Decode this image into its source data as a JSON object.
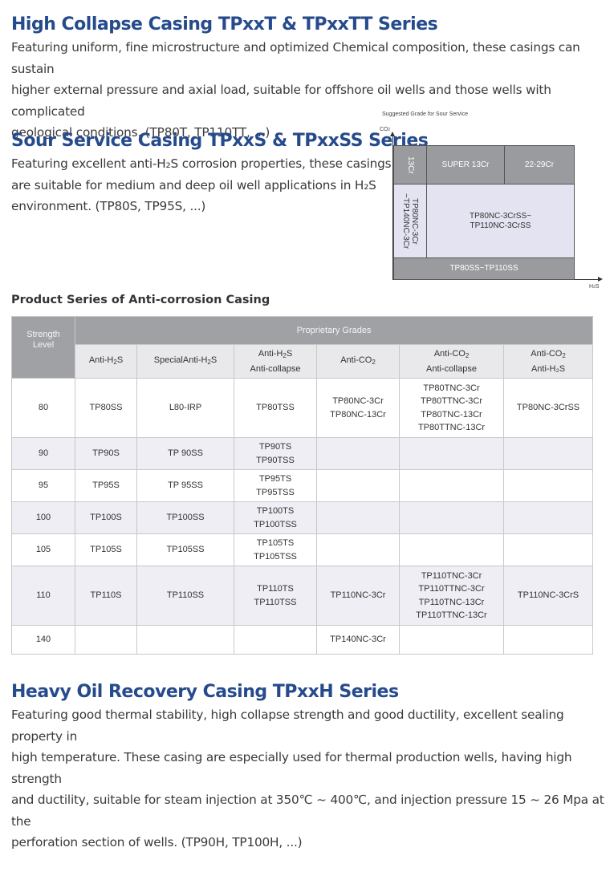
{
  "high_collapse": {
    "heading": "High Collapse Casing TPxxT & TPxxTT Series",
    "lines": [
      "Featuring uniform, fine microstructure and optimized Chemical composition, these casings can sustain",
      "higher external pressure and axial load, suitable for offshore oil wells and those wells with complicated",
      "geological conditions. (TP80T, TP110TT, ...)"
    ]
  },
  "sour_service": {
    "heading": "Sour Service Casing TPxxS & TPxxSS Series",
    "lines": [
      "Featuring excellent anti-H₂S corrosion properties, these casings",
      "are suitable for medium and deep oil well applications in H₂S",
      "environment. (TP80S, TP95S, ...)"
    ]
  },
  "diagram": {
    "caption": "Suggested Grade for Sour Service",
    "y_axis_label": "CO",
    "y_axis_sub": "2",
    "x_axis_label": "H",
    "x_axis_sub": "2",
    "x_axis_tail": "S",
    "cells": {
      "cr13": "13Cr",
      "super13cr": "SUPER 13Cr",
      "cr2229": "22-29Cr",
      "left_vertical": "TP80NC-3Cr\n~TP140NC-3Cr",
      "center_line1": "TP80NC-3CrSS~",
      "center_line2": "TP110NC-3CrSS",
      "bottom": "TP80SS~TP110SS"
    }
  },
  "table": {
    "title": "Product Series of Anti-corrosion Casing",
    "strength_header": "Strength Level",
    "group_header": "Proprietary Grades",
    "columns": [
      {
        "line1": "Anti-H",
        "sub": "2",
        "tail": "S",
        "line2": ""
      },
      {
        "line1": "SpecialAnti-H",
        "sub": "2",
        "tail": "S",
        "line2": ""
      },
      {
        "line1": "Anti-H",
        "sub": "2",
        "tail": "S",
        "line2": "Anti-collapse"
      },
      {
        "line1": "Anti-CO",
        "sub": "2",
        "tail": "",
        "line2": ""
      },
      {
        "line1": "Anti-CO",
        "sub": "2",
        "tail": "",
        "line2": "Anti-collapse"
      },
      {
        "line1": "Anti-CO",
        "sub": "2",
        "tail": "",
        "line2": "Anti-H₂S"
      }
    ],
    "rows": [
      {
        "level": "80",
        "cells": [
          [
            "TP80SS"
          ],
          [
            "L80-IRP"
          ],
          [
            "TP80TSS"
          ],
          [
            "TP80NC-3Cr",
            "TP80NC-13Cr"
          ],
          [
            "TP80TNC-3Cr",
            "TP80TTNC-3Cr",
            "TP80TNC-13Cr",
            "TP80TTNC-13Cr"
          ],
          [
            "TP80NC-3CrSS"
          ]
        ]
      },
      {
        "level": "90",
        "cells": [
          [
            "TP90S"
          ],
          [
            "TP 90SS"
          ],
          [
            "TP90TS",
            "TP90TSS"
          ],
          [],
          [],
          []
        ]
      },
      {
        "level": "95",
        "cells": [
          [
            "TP95S"
          ],
          [
            "TP 95SS"
          ],
          [
            "TP95TS",
            "TP95TSS"
          ],
          [],
          [],
          []
        ]
      },
      {
        "level": "100",
        "cells": [
          [
            "TP100S"
          ],
          [
            "TP100SS"
          ],
          [
            "TP100TS",
            "TP100TSS"
          ],
          [],
          [],
          []
        ]
      },
      {
        "level": "105",
        "cells": [
          [
            "TP105S"
          ],
          [
            "TP105SS"
          ],
          [
            "TP105TS",
            "TP105TSS"
          ],
          [],
          [],
          []
        ]
      },
      {
        "level": "110",
        "cells": [
          [
            "TP110S"
          ],
          [
            "TP110SS"
          ],
          [
            "TP110TS",
            "TP110TSS"
          ],
          [
            "TP110NC-3Cr"
          ],
          [
            "TP110TNC-3Cr",
            "TP110TTNC-3Cr",
            "TP110TNC-13Cr",
            "TP110TTNC-13Cr"
          ],
          [
            "TP110NC-3CrS"
          ]
        ]
      },
      {
        "level": "140",
        "cells": [
          [],
          [],
          [],
          [
            "TP140NC-3Cr"
          ],
          [],
          []
        ]
      }
    ]
  },
  "heavy_oil": {
    "heading": "Heavy Oil Recovery Casing TPxxH Series",
    "lines": [
      "Featuring good thermal stability, high collapse strength and good ductility, excellent sealing property in",
      "high temperature. These casing are especially used for thermal production wells, having high strength",
      "and ductility, suitable for steam injection at 350℃ ~ 400℃, and injection pressure 15 ~ 26 Mpa at the",
      "perforation section of wells. (TP90H, TP100H, ...)"
    ]
  }
}
